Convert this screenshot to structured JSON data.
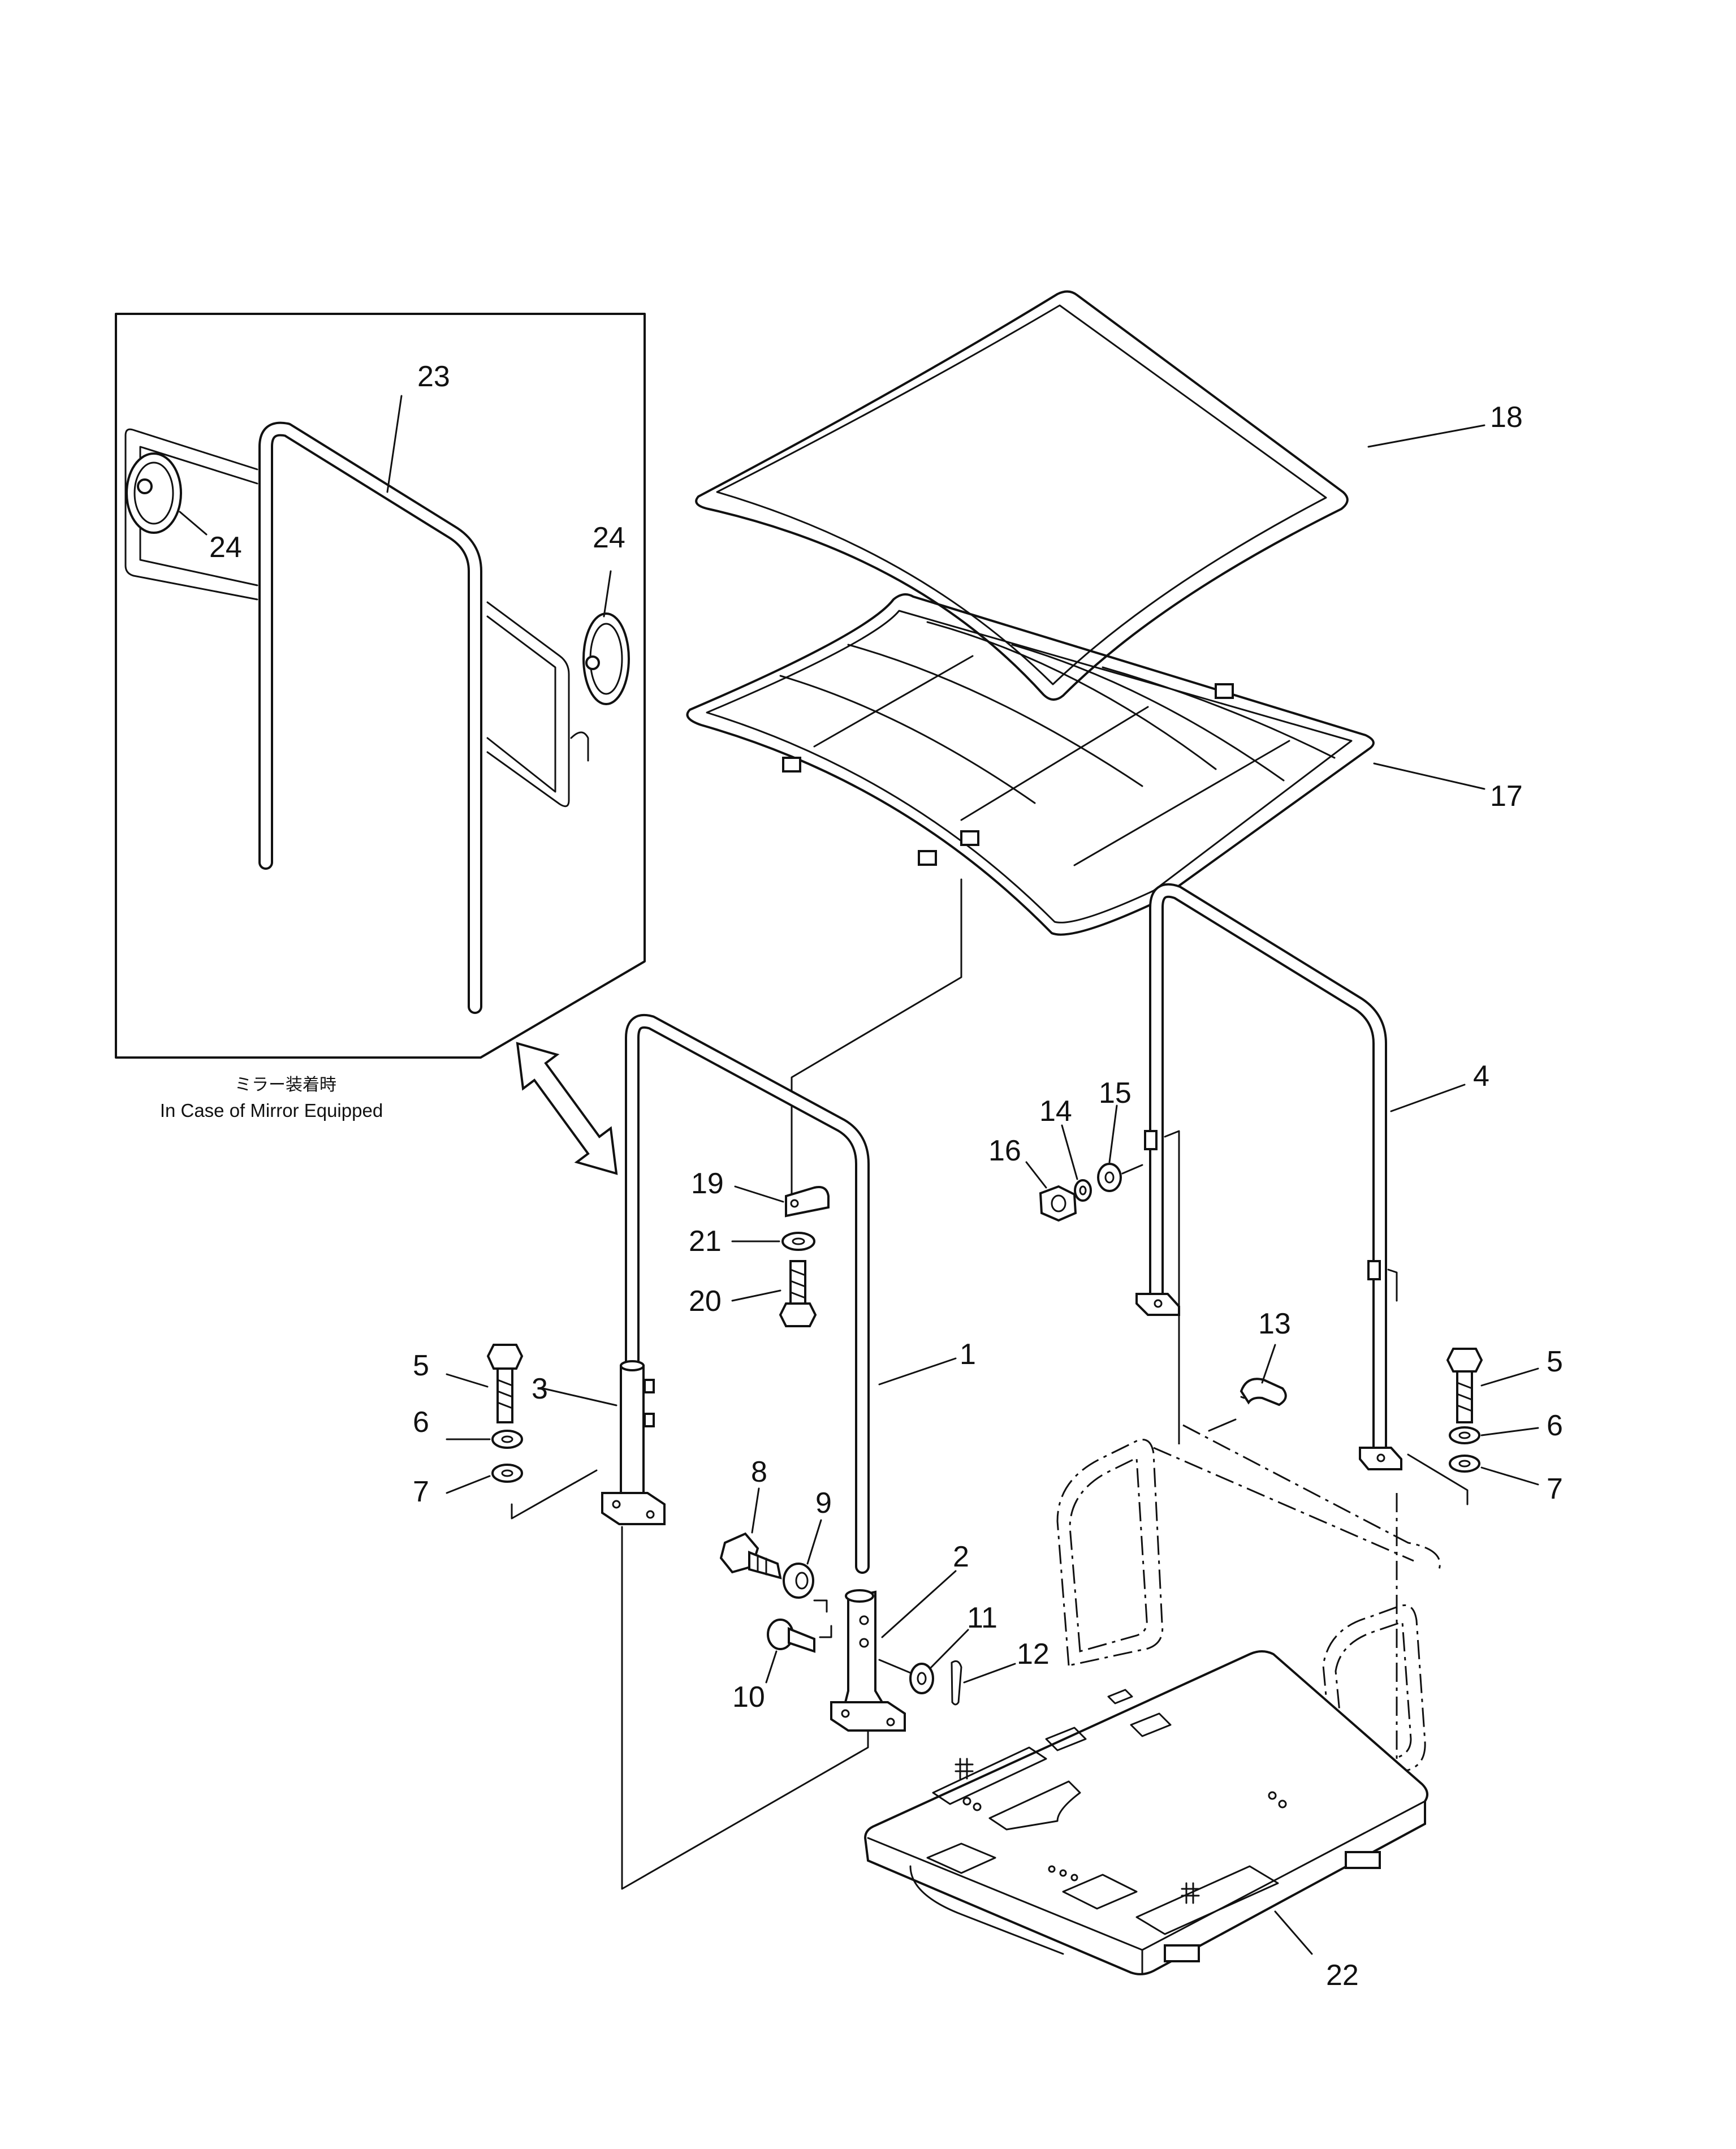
{
  "inset": {
    "caption_jp": "ミラー装着時",
    "caption_en": "In Case of Mirror Equipped"
  },
  "callouts": [
    "1",
    "2",
    "3",
    "4",
    "5",
    "5",
    "6",
    "6",
    "7",
    "7",
    "8",
    "9",
    "10",
    "11",
    "12",
    "13",
    "14",
    "15",
    "16",
    "17",
    "18",
    "19",
    "20",
    "21",
    "22",
    "23",
    "24",
    "24"
  ],
  "parts": {
    "1": "1",
    "2": "2",
    "3": "3",
    "4": "4",
    "5a": "5",
    "5b": "5",
    "6a": "6",
    "6b": "6",
    "7a": "7",
    "7b": "7",
    "8": "8",
    "9": "9",
    "10": "10",
    "11": "11",
    "12": "12",
    "13": "13",
    "14": "14",
    "15": "15",
    "16": "16",
    "17": "17",
    "18": "18",
    "19": "19",
    "20": "20",
    "21": "21",
    "22": "22",
    "23": "23",
    "24a": "24",
    "24b": "24"
  },
  "colors": {
    "line": "#111111",
    "background": "#ffffff"
  }
}
